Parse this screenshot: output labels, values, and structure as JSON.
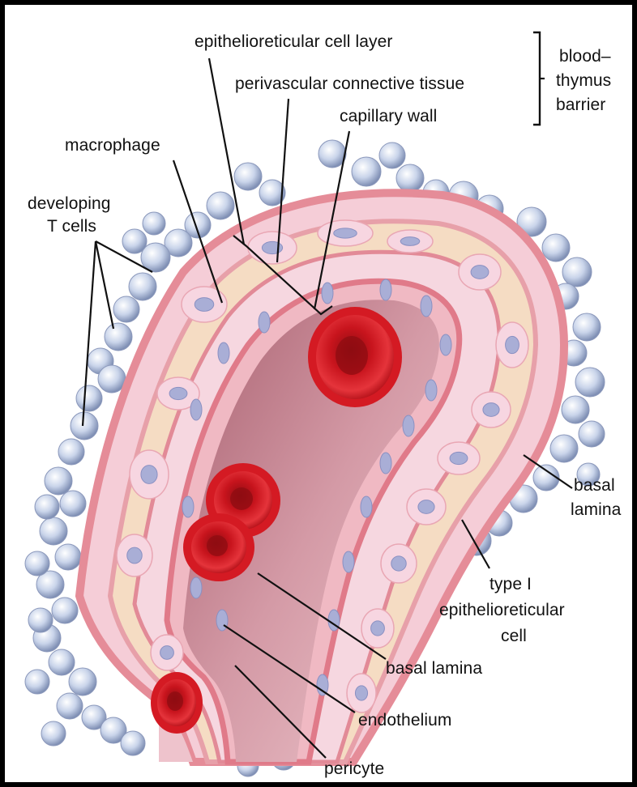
{
  "labels": {
    "epithelioreticular_layer": "epithelioreticular cell layer",
    "perivascular_tissue": "perivascular connective tissue",
    "capillary_wall": "capillary wall",
    "barrier_line1": "blood–",
    "barrier_line2": "thymus",
    "barrier_line3": "barrier",
    "macrophage": "macrophage",
    "developing_line1": "developing",
    "developing_line2": "T cells",
    "basal_lamina_right_line1": "basal",
    "basal_lamina_right_line2": "lamina",
    "type1_line1": "type I",
    "type1_line2": "epithelioreticular",
    "type1_line3": "cell",
    "basal_lamina_bottom": "basal lamina",
    "endothelium": "endothelium",
    "pericyte": "pericyte"
  },
  "colors": {
    "outer_membrane": "#e98e98",
    "connective_tissue": "#f6dcc2",
    "epithelial_cell": "#f7d6e1",
    "nucleus": "#a9aed6",
    "lumen": "#c57d8f",
    "red_blood_cell": "#d41a23",
    "t_cell": "#c9d4ea"
  }
}
